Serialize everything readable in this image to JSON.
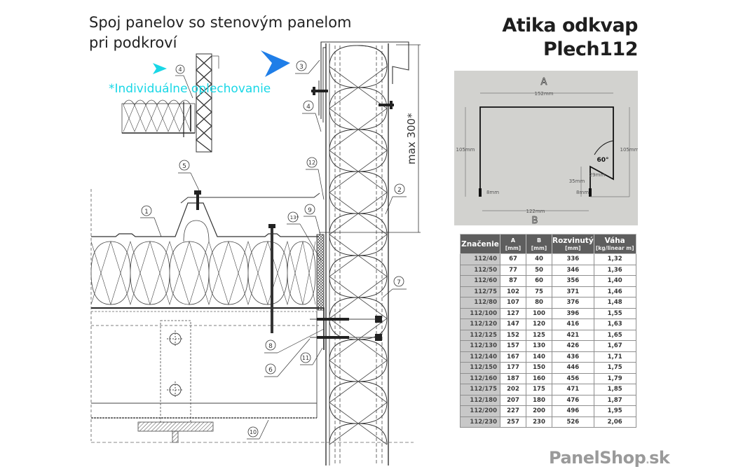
{
  "header": {
    "title_line1": "Spoj panelov so stenovým panelom",
    "title_line2": "pri podkroví",
    "product_line1": "Atika odkvap",
    "product_line2": "Plech112"
  },
  "note": "*Individuálne oplechovanie",
  "drawing": {
    "callouts": [
      "1",
      "2",
      "3",
      "4",
      "5",
      "6",
      "7",
      "8",
      "9",
      "10",
      "11",
      "12",
      "13*"
    ],
    "inset_callout": "4",
    "dimension_label": "max 300*",
    "arrow_colors": {
      "inset_arrow": "#19d7e6",
      "main_arrow": "#1f7ee8"
    }
  },
  "profile": {
    "label_top": "A",
    "label_bottom": "B",
    "dim_top": "152mm",
    "dim_bottom": "122mm",
    "dim_left": "105mm",
    "dim_right": "105mm",
    "dim_hem_left": "8mm",
    "dim_hem_right": "8mm",
    "dim_drip": "35mm",
    "dim_slope": "29mm",
    "angle": "60°"
  },
  "table": {
    "headers": [
      {
        "main": "Značenie",
        "sub": ""
      },
      {
        "main": "A",
        "sub": "[mm]"
      },
      {
        "main": "B",
        "sub": "[mm]"
      },
      {
        "main": "Rozvinutý",
        "sub": "[mm]"
      },
      {
        "main": "Váha",
        "sub": "[kg/linear m]"
      }
    ],
    "rows": [
      [
        "112/40",
        "67",
        "40",
        "336",
        "1,32"
      ],
      [
        "112/50",
        "77",
        "50",
        "346",
        "1,36"
      ],
      [
        "112/60",
        "87",
        "60",
        "356",
        "1,40"
      ],
      [
        "112/75",
        "102",
        "75",
        "371",
        "1,46"
      ],
      [
        "112/80",
        "107",
        "80",
        "376",
        "1,48"
      ],
      [
        "112/100",
        "127",
        "100",
        "396",
        "1,55"
      ],
      [
        "112/120",
        "147",
        "120",
        "416",
        "1,63"
      ],
      [
        "112/125",
        "152",
        "125",
        "421",
        "1,65"
      ],
      [
        "112/130",
        "157",
        "130",
        "426",
        "1,67"
      ],
      [
        "112/140",
        "167",
        "140",
        "436",
        "1,71"
      ],
      [
        "112/150",
        "177",
        "150",
        "446",
        "1,75"
      ],
      [
        "112/160",
        "187",
        "160",
        "456",
        "1,79"
      ],
      [
        "112/175",
        "202",
        "175",
        "471",
        "1,85"
      ],
      [
        "112/180",
        "207",
        "180",
        "476",
        "1,87"
      ],
      [
        "112/200",
        "227",
        "200",
        "496",
        "1,95"
      ],
      [
        "112/230",
        "257",
        "230",
        "526",
        "2,06"
      ]
    ]
  },
  "footer": {
    "logo_main": "PanelShop",
    "logo_dot": ".",
    "logo_tld": "sk"
  }
}
